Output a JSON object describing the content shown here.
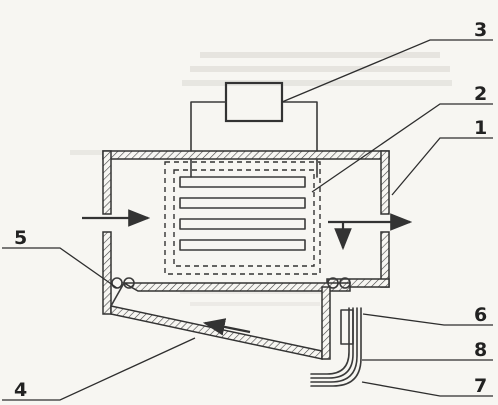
{
  "callouts": {
    "c1": "1",
    "c2": "2",
    "c3": "3",
    "c4": "4",
    "c5": "5",
    "c6": "6",
    "c7": "7",
    "c8": "8"
  },
  "colors": {
    "ink": "#333333",
    "paper": "#f7f6f2",
    "ghost_text": "#b9b7b1"
  }
}
